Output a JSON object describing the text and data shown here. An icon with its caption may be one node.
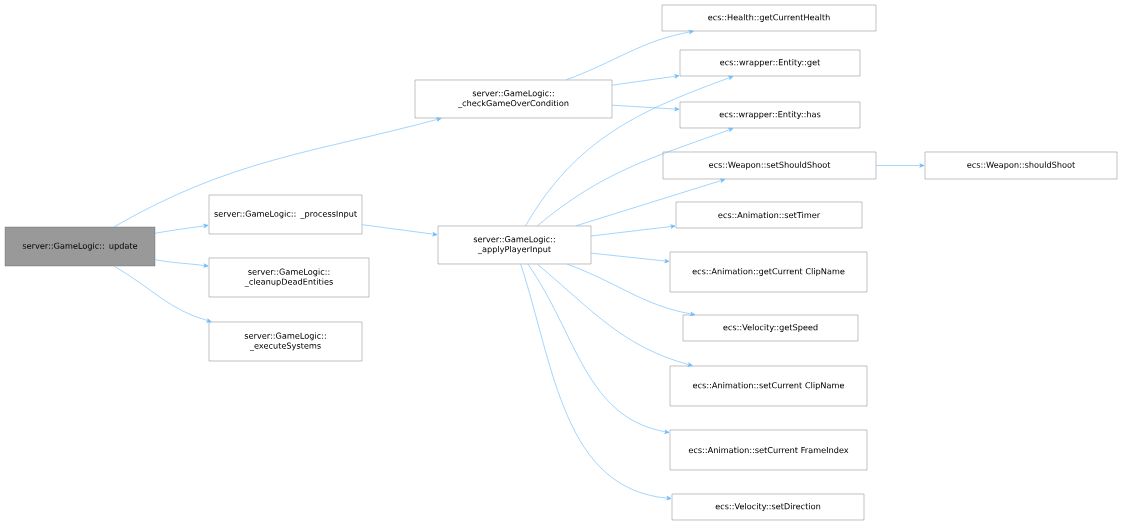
{
  "diagram": {
    "nodes": [
      {
        "text": [
          "server::GameLogic:: update"
        ]
      },
      {
        "text": [
          "server::GameLogic:: _checkGameOverCondition"
        ]
      },
      {
        "text": [
          "server::GameLogic:: _processInput"
        ]
      },
      {
        "text": [
          "server::GameLogic:: _cleanupDeadEntities"
        ]
      },
      {
        "text": [
          "server::GameLogic:: _executeSystems"
        ]
      },
      {
        "text": [
          "server::GameLogic:: _applyPlayerInput"
        ]
      },
      {
        "text": [
          "ecs::Health::getCurrentHealth"
        ]
      },
      {
        "text": [
          "ecs::wrapper::Entity::get"
        ]
      },
      {
        "text": [
          "ecs::wrapper::Entity::has"
        ]
      },
      {
        "text": [
          "ecs::Weapon::setShouldShoot"
        ]
      },
      {
        "text": [
          "ecs::Weapon::shouldShoot"
        ]
      },
      {
        "text": [
          "ecs::Animation::setTimer"
        ]
      },
      {
        "text": [
          "ecs::Animation::getCurrent ClipName"
        ]
      },
      {
        "text": [
          "ecs::Velocity::getSpeed"
        ]
      },
      {
        "text": [
          "ecs::Animation::setCurrent ClipName"
        ]
      },
      {
        "text": [
          "ecs::Animation::setCurrent FrameIndex"
        ]
      },
      {
        "text": [
          "ecs::Velocity::setDirection"
        ]
      }
    ],
    "edges": [
      {
        "from": 0,
        "to": 1,
        "arrow": "to"
      },
      {
        "from": 0,
        "to": 2,
        "arrow": "to"
      },
      {
        "from": 0,
        "to": 3,
        "arrow": "to"
      },
      {
        "from": 0,
        "to": 4,
        "arrow": "to"
      },
      {
        "from": 1,
        "to": 6,
        "arrow": "to"
      },
      {
        "from": 1,
        "to": 7,
        "arrow": "to"
      },
      {
        "from": 1,
        "to": 8,
        "arrow": "to"
      },
      {
        "from": 2,
        "to": 5,
        "arrow": "to"
      },
      {
        "from": 5,
        "to": 7,
        "arrow": "to"
      },
      {
        "from": 5,
        "to": 8,
        "arrow": "to"
      },
      {
        "from": 5,
        "to": 9,
        "arrow": "to"
      },
      {
        "from": 9,
        "to": 10,
        "arrow": "to"
      },
      {
        "from": 5,
        "to": 11,
        "arrow": "to"
      },
      {
        "from": 5,
        "to": 12,
        "arrow": "to"
      },
      {
        "from": 5,
        "to": 13,
        "arrow": "to"
      },
      {
        "from": 5,
        "to": 14,
        "arrow": "to"
      },
      {
        "from": 5,
        "to": 15,
        "arrow": "to"
      },
      {
        "from": 5,
        "to": 16,
        "arrow": "to"
      }
    ]
  }
}
